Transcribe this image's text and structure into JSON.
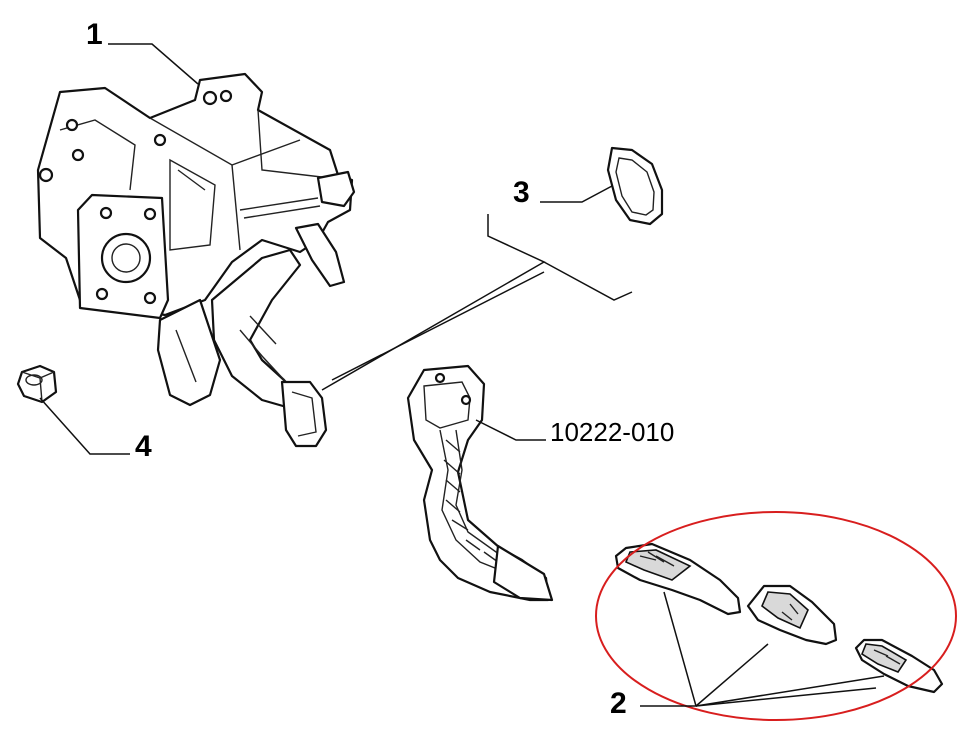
{
  "callouts": {
    "c1": "1",
    "c2": "2",
    "c3": "3",
    "c4": "4",
    "part_number": "10222-010"
  },
  "highlight_color": "#d81e1e"
}
